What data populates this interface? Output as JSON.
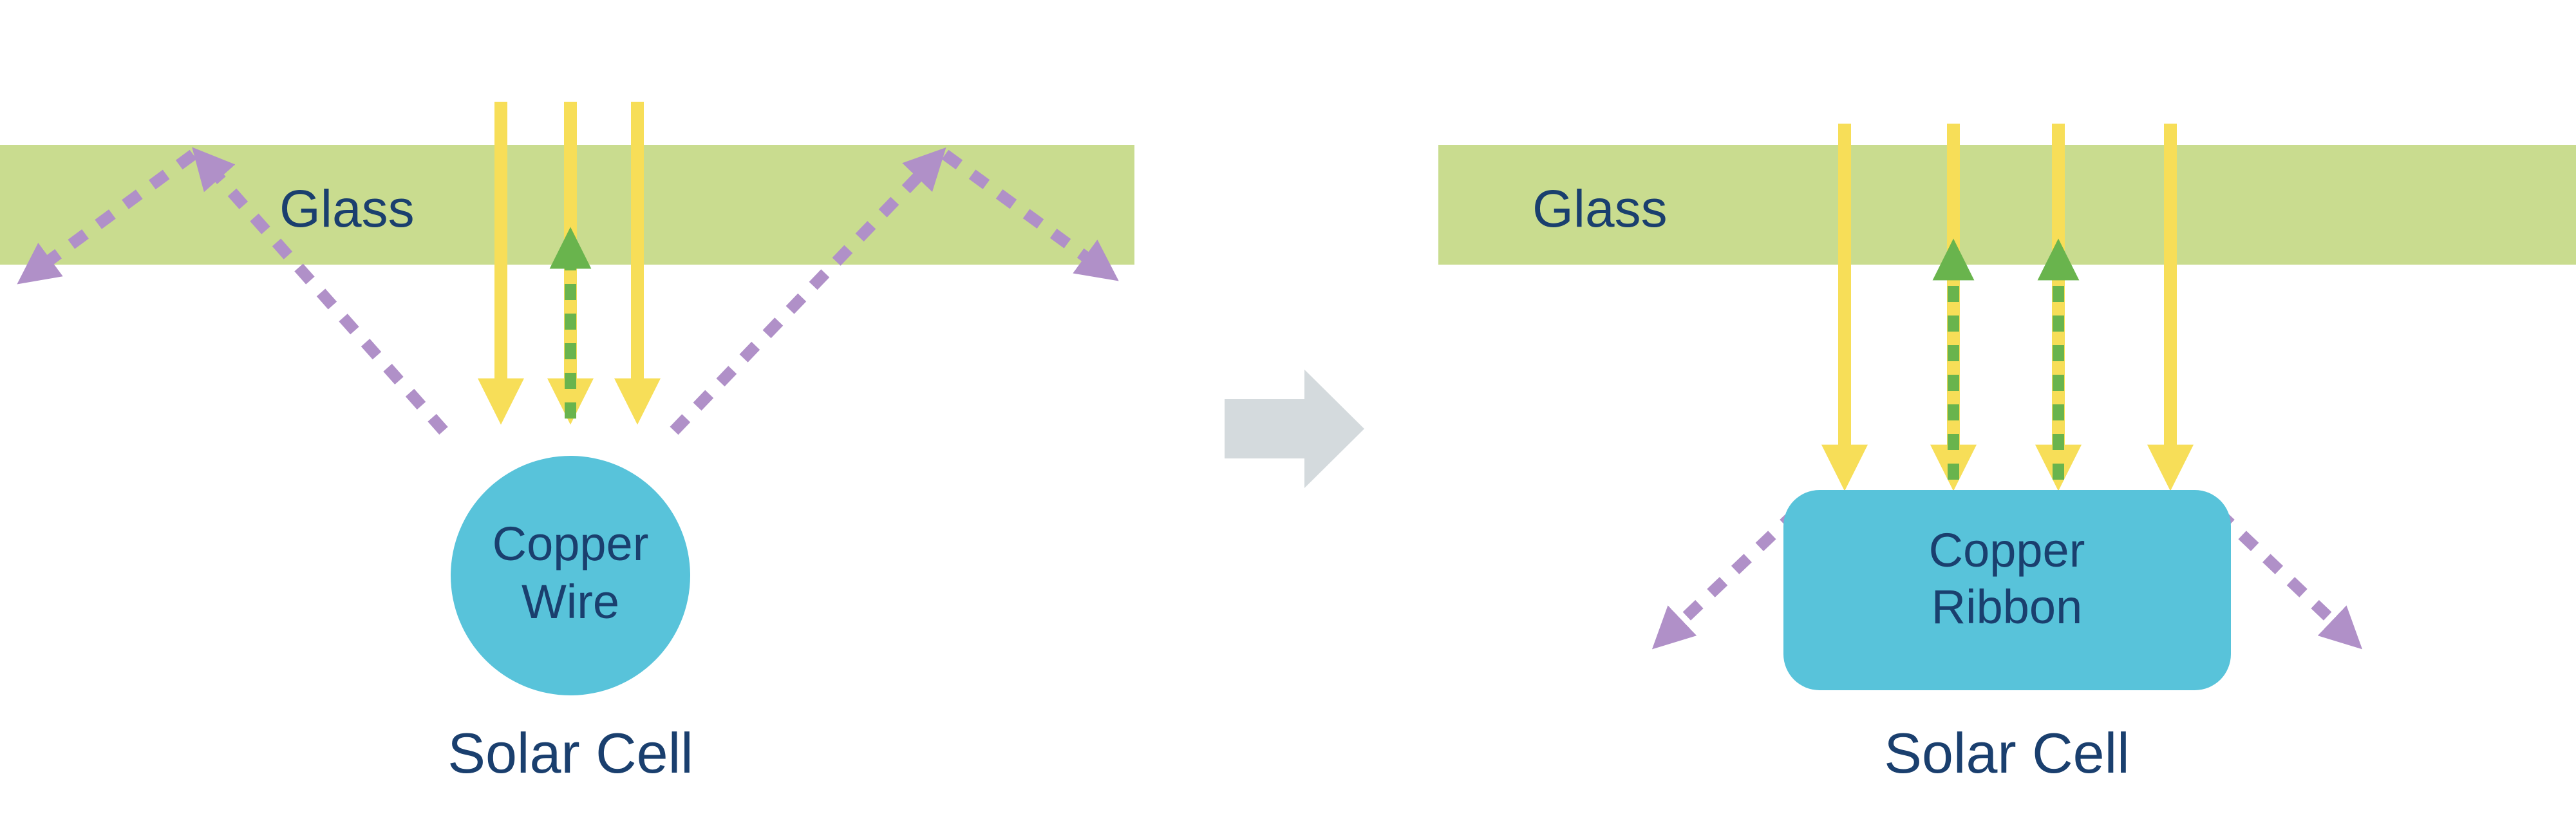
{
  "diagram": {
    "left": {
      "glass_label": "Glass",
      "conductor_line1": "Copper",
      "conductor_line2": "Wire",
      "cell_label": "Solar Cell"
    },
    "right": {
      "glass_label": "Glass",
      "conductor_line1": "Copper",
      "conductor_line2": "Ribbon",
      "cell_label": "Solar Cell"
    },
    "colors": {
      "glass_green": "#c9dc8f",
      "sunlight_yellow": "#f7de58",
      "reflected_green": "#69b44d",
      "scattered_purple": "#b090c8",
      "conductor_blue": "#58c3da",
      "text_navy": "#1a3f6e",
      "transition_gray": "#d4dadd"
    }
  }
}
